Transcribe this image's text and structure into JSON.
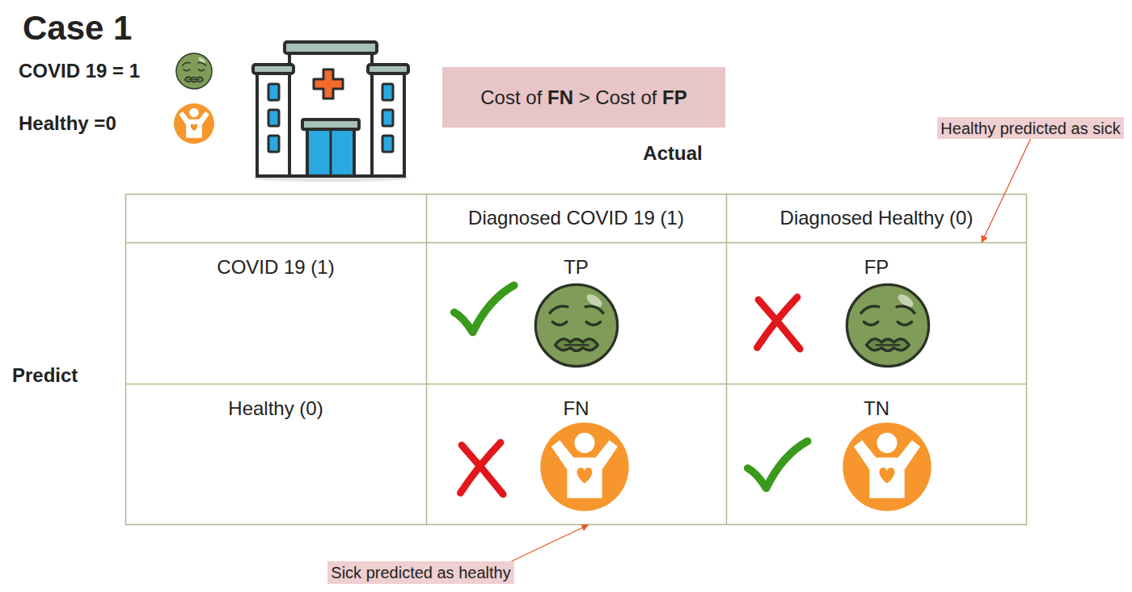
{
  "diagram": {
    "title": "Case 1",
    "nodes": [
      {
        "text": [
          "Cost of FN > Cost of FP"
        ]
      },
      {
        "text": [
          "Healthy predicted as sick"
        ]
      },
      {
        "text": [
          "Diagnosed COVID 19 (1)"
        ]
      },
      {
        "text": [
          "Diagnosed Healthy (0)"
        ]
      },
      {
        "text": [
          "COVID 19 (1)"
        ]
      },
      {
        "text": [
          "TP"
        ]
      },
      {
        "text": [
          "FP"
        ]
      },
      {
        "text": [
          "Healthy (0)"
        ]
      },
      {
        "text": [
          "FN"
        ]
      },
      {
        "text": [
          "TN"
        ]
      },
      {
        "text": [
          "Sick predicted as healthy"
        ]
      }
    ],
    "edges": [
      {
        "from": 1,
        "to": 6,
        "arrow": "to"
      },
      {
        "from": 10,
        "to": 8,
        "arrow": "to"
      }
    ],
    "labels": [
      "Actual",
      "Predict"
    ],
    "legend": [
      {
        "text": "COVID 19 = 1"
      },
      {
        "text": "Healthy =0"
      }
    ]
  }
}
